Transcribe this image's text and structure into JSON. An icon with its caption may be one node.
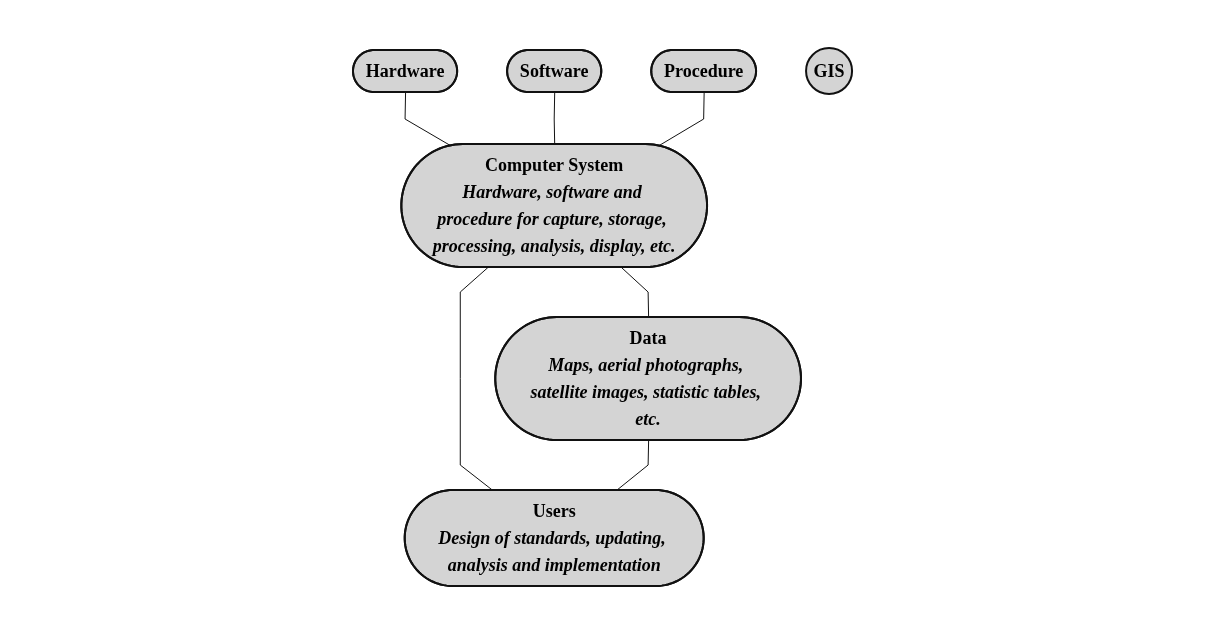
{
  "diagram": {
    "nodes": [
      {
        "text": [
          "Hardware"
        ]
      },
      {
        "text": [
          "Software"
        ]
      },
      {
        "text": [
          "Procedure"
        ]
      },
      {
        "text": [
          "Computer System",
          "Hardware, software and procedure for capture, storage, processing, analysis, display, etc."
        ]
      },
      {
        "text": [
          "GIS"
        ]
      },
      {
        "text": [
          "Data",
          "Maps, aerial photographs, satellite images, statistic tables, etc."
        ]
      },
      {
        "text": [
          "Users",
          "Design of standards, updating, analysis and implementation"
        ]
      }
    ],
    "edges": [
      {
        "from": 0,
        "to": 3,
        "arrow": "none"
      },
      {
        "from": 1,
        "to": 3,
        "arrow": "none"
      },
      {
        "from": 2,
        "to": 3,
        "arrow": "none"
      },
      {
        "from": 3,
        "to": 5,
        "arrow": "none"
      },
      {
        "from": 3,
        "to": 6,
        "arrow": "none"
      },
      {
        "from": 5,
        "to": 6,
        "arrow": "none"
      }
    ]
  }
}
